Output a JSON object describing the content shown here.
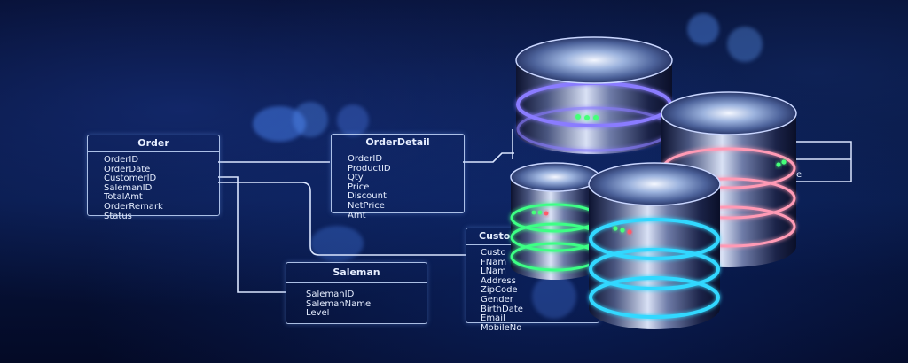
{
  "tables": {
    "order": {
      "title": "Order",
      "fields": [
        "OrderID",
        "OrderDate",
        "CustomerID",
        "SalemanID",
        "TotalAmt",
        "OrderRemark",
        "Status"
      ]
    },
    "order_detail": {
      "title": "OrderDetail",
      "fields": [
        "OrderID",
        "ProductID",
        "Qty",
        "Price",
        "Discount",
        "NetPrice",
        "Amt"
      ]
    },
    "saleman": {
      "title": "Saleman",
      "fields": [
        "SalemanID",
        "SalemanName",
        "Level"
      ]
    },
    "customer": {
      "title": "Custo",
      "fields": [
        "Custo",
        "FNam",
        "LNam",
        "Address",
        "ZipCode",
        "Gender",
        "BirthDate",
        "Email",
        "MobileNo"
      ]
    },
    "partial_right": {
      "fragment": "e"
    }
  },
  "colors": {
    "background": "#050d2e",
    "line": "#dbe6ff",
    "led_green": "#45ff7a",
    "ring_green": "#3dff85",
    "ring_cyan": "#30d8ff",
    "ring_pink": "#ff9ab5",
    "ring_violet": "#8a7bff"
  },
  "icons": [
    "database-server-icon"
  ]
}
